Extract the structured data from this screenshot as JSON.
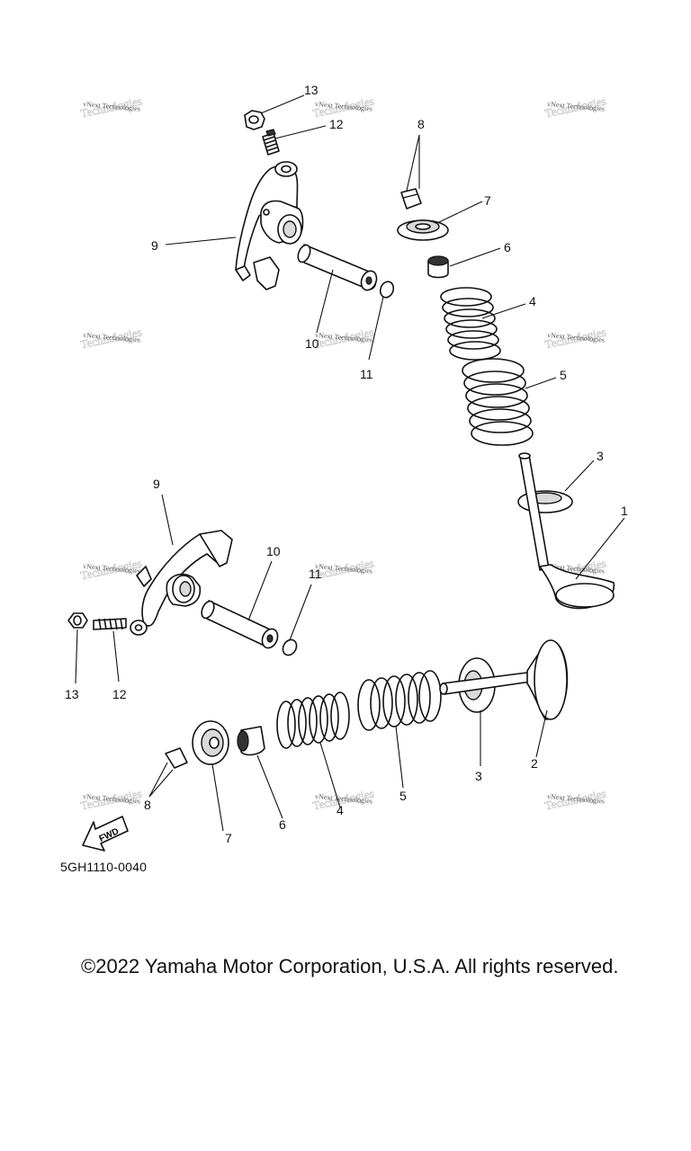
{
  "diagram": {
    "callouts_top": [
      "13",
      "12",
      "9",
      "10",
      "11",
      "8",
      "7",
      "6",
      "4",
      "5",
      "3",
      "1"
    ],
    "callouts_bottom": [
      "9",
      "10",
      "11",
      "13",
      "12",
      "3",
      "2",
      "5",
      "4",
      "6",
      "7",
      "8"
    ],
    "fwd_label": "FWD",
    "watermark": "vNext Technologies",
    "drawing_code": "5GH1110-0040"
  },
  "footer": {
    "copyright": "©2022 Yamaha Motor Corporation, U.S.A. All rights reserved."
  }
}
